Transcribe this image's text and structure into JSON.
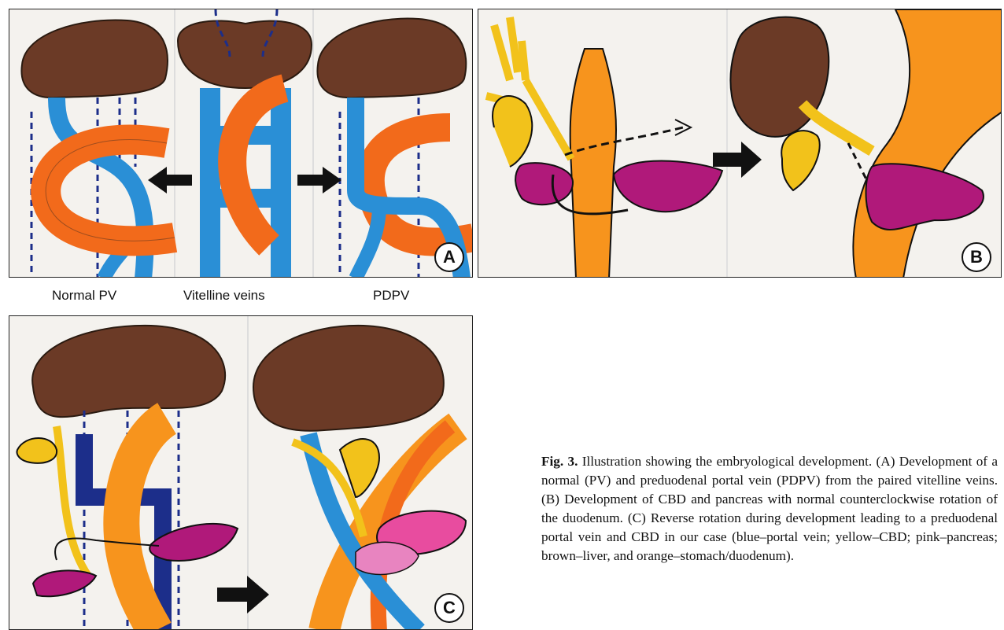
{
  "figure": {
    "panel_a": {
      "label": "A",
      "sublabels": [
        "Normal PV",
        "Vitelline veins",
        "PDPV"
      ]
    },
    "panel_b": {
      "label": "B"
    },
    "panel_c": {
      "label": "C"
    },
    "caption": {
      "prefix": "Fig. 3.",
      "text": "Illustration showing the embryological development. (A) Development of a normal (PV) and preduodenal portal vein (PDPV) from the paired vitelline veins. (B) Development of CBD and pancreas with normal counterclockwise rotation of the duodenum. (C) Reverse rotation during development leading to a preduodenal portal vein and CBD in our case (blue–portal vein; yellow–CBD; pink–pancreas; brown–liver, and orange–stomach/duodenum)."
    },
    "colors": {
      "liver": "#6b3a26",
      "portal_vein": "#2a8fd6",
      "dark_vein": "#1c2e8a",
      "duodenum": "#f26a1b",
      "stomach": "#f7941d",
      "cbd": "#f2c21b",
      "pancreas": "#b0197a",
      "pancreas_light": "#e84c9f"
    }
  }
}
